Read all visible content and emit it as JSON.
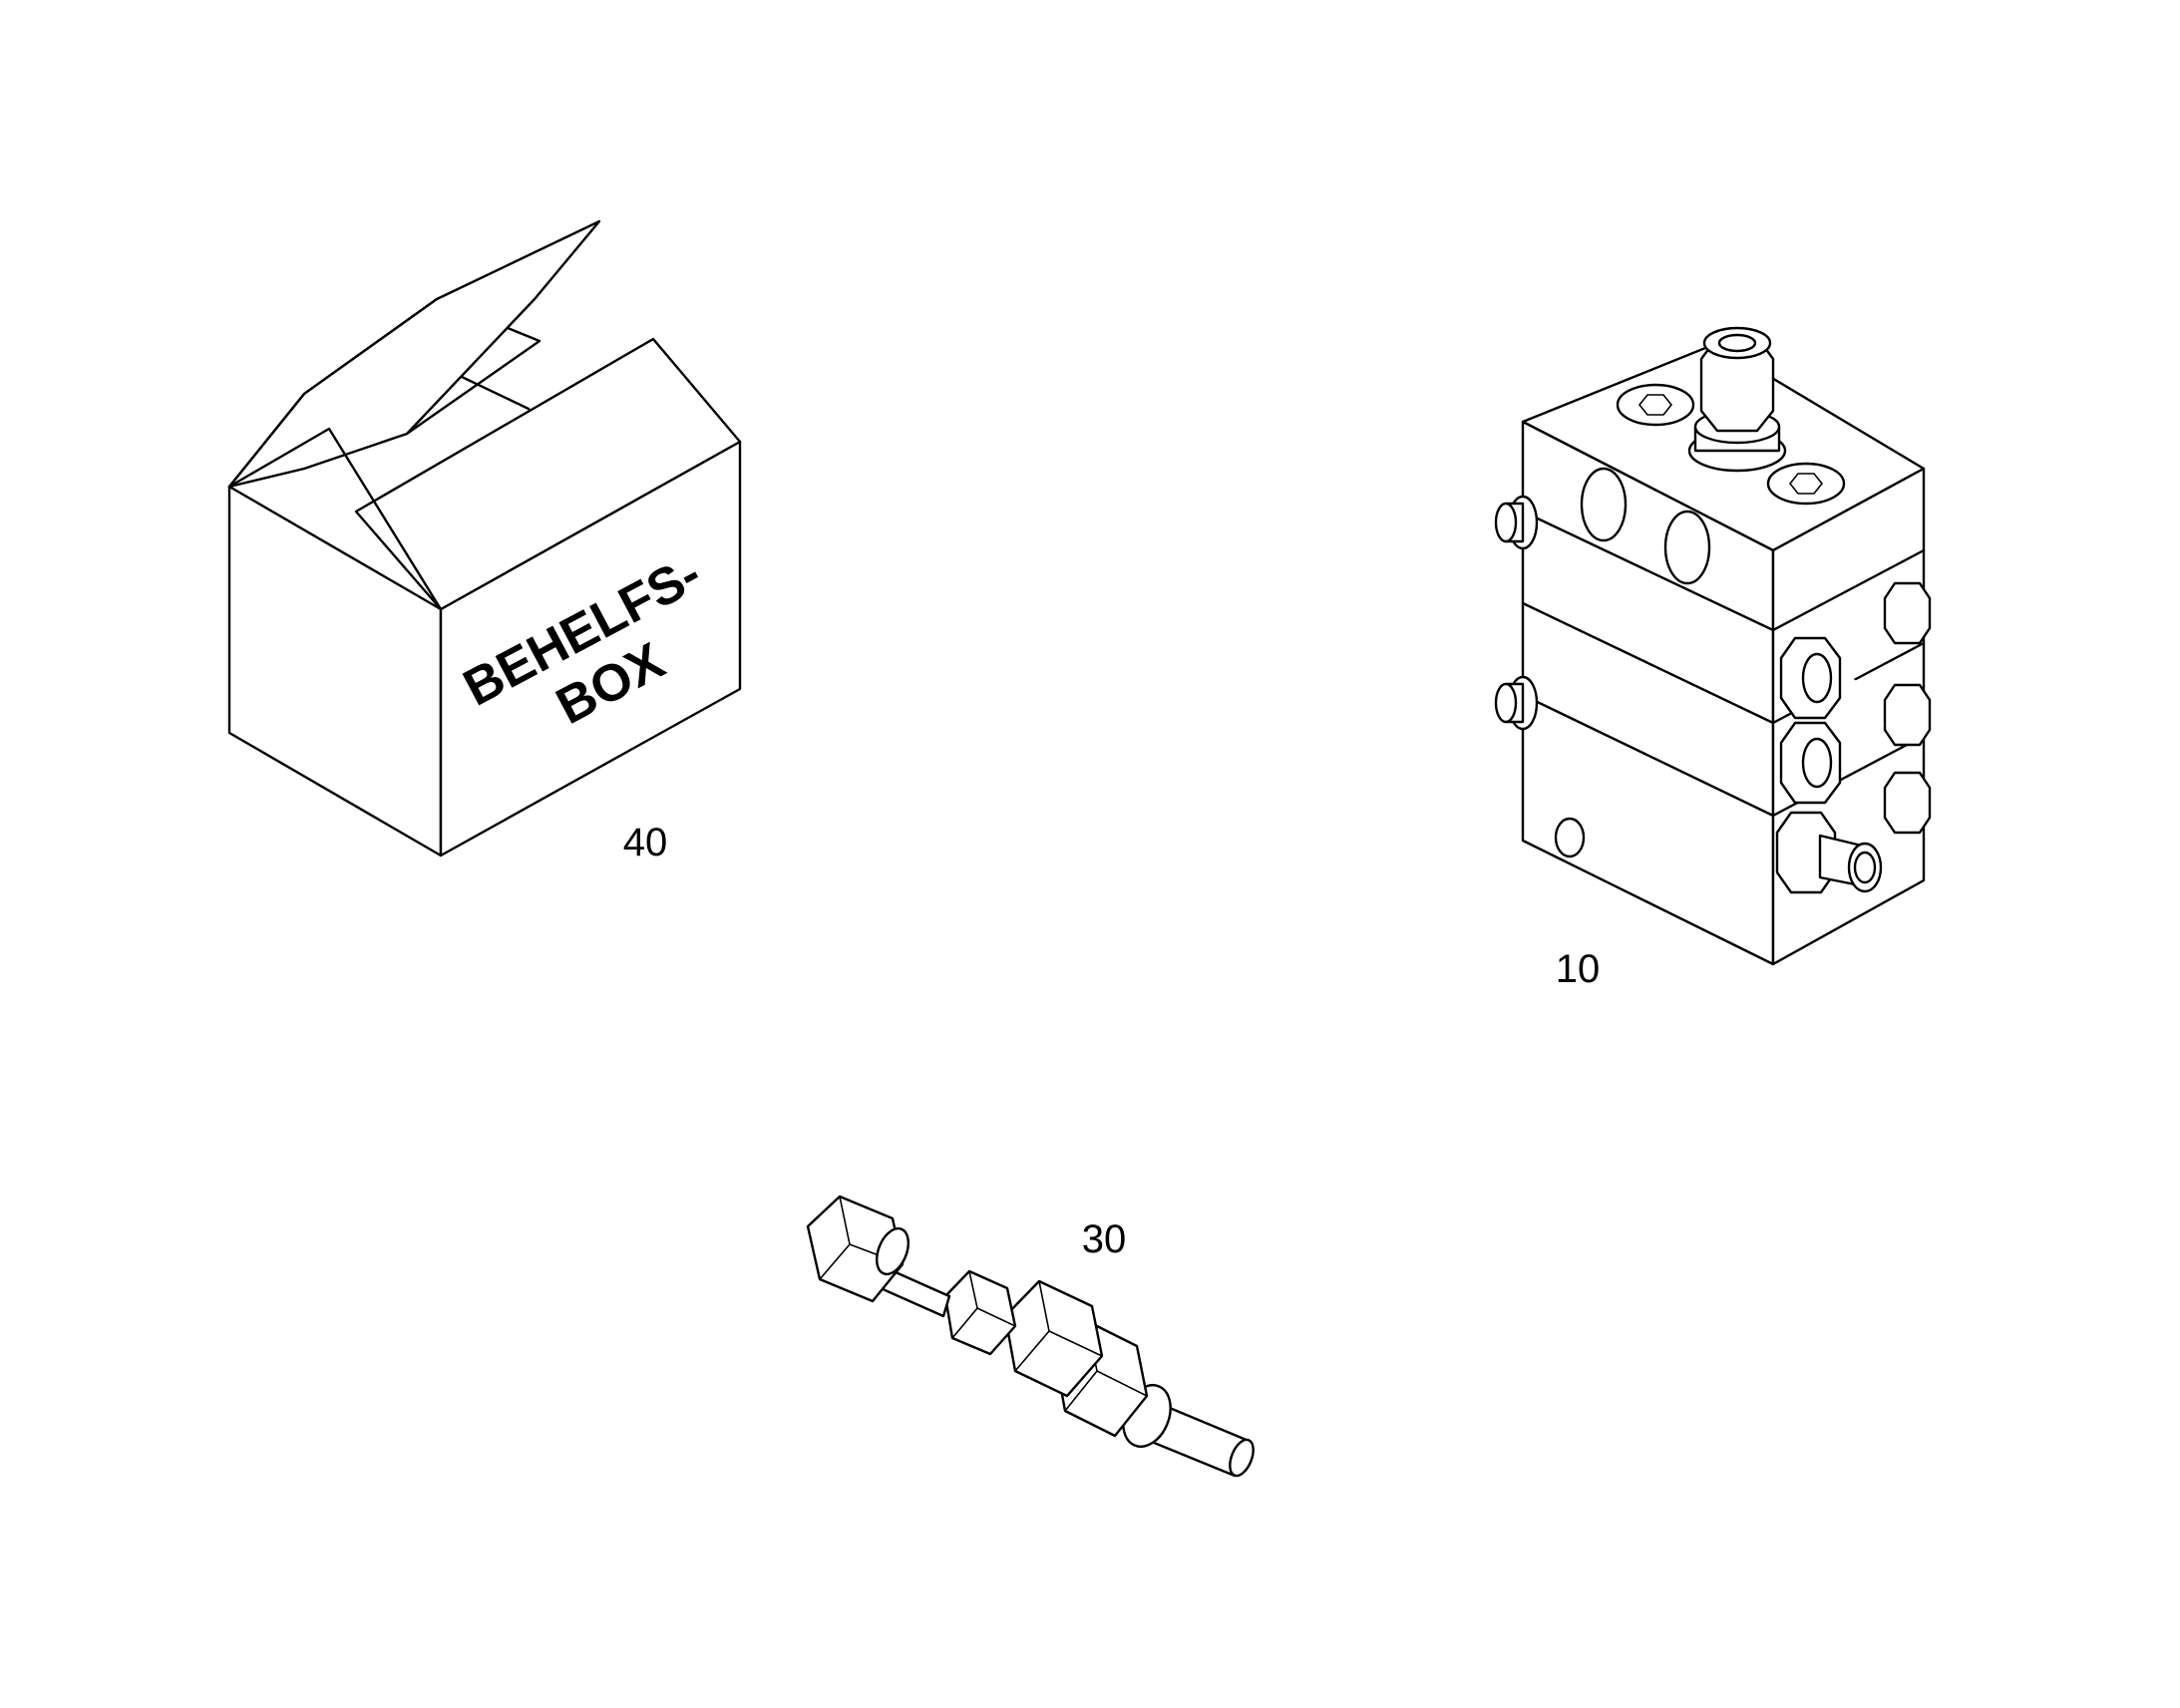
{
  "figure": {
    "parts": [
      {
        "id": "box",
        "callout": "40",
        "label_line1": "BEHELFS-",
        "label_line2": "BOX",
        "icon": "cardboard-box-icon"
      },
      {
        "id": "valve",
        "callout": "10",
        "icon": "progressive-distributor-block-icon"
      },
      {
        "id": "fitting",
        "callout": "30",
        "icon": "compression-fitting-icon"
      }
    ]
  },
  "colors": {
    "line": "#000000",
    "background": "#ffffff"
  }
}
